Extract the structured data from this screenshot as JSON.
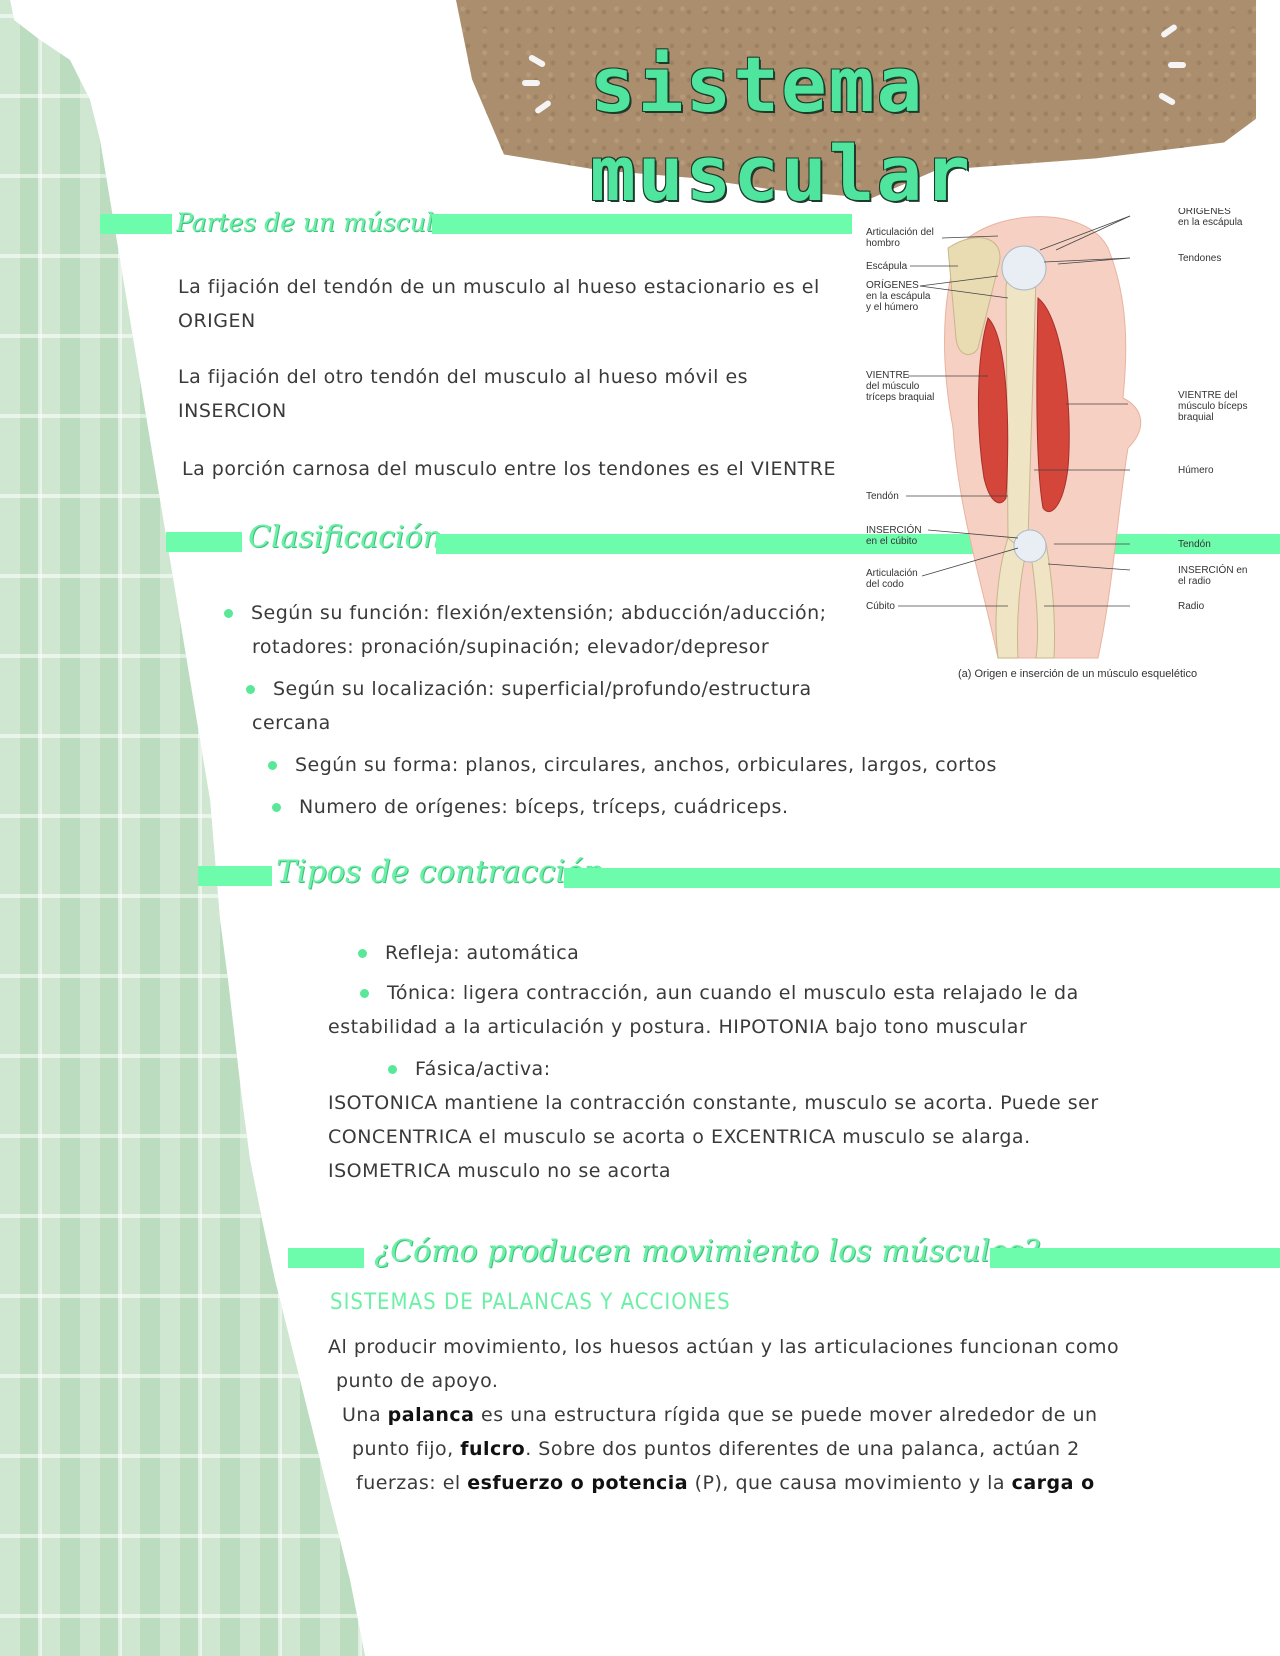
{
  "title": "sistema muscular",
  "sections": {
    "partes": {
      "heading": "Partes de un músculo",
      "p1": "La fijación del tendón de un musculo al hueso estacionario es el",
      "p1b": "ORIGEN",
      "p2": "La fijación del otro tendón del musculo al hueso móvil es",
      "p2b": "INSERCION",
      "p3": "La porción carnosa del musculo entre los tendones es el VIENTRE"
    },
    "clasificacion": {
      "heading": "Clasificación",
      "b1a": "Según su función: flexión/extensión; abducción/aducción;",
      "b1b": "rotadores: pronación/supinación; elevador/depresor",
      "b2a": "Según su localización: superficial/profundo/estructura",
      "b2b": "cercana",
      "b3": "Según su forma: planos, circulares, anchos, orbiculares, largos, cortos",
      "b4": "Numero de orígenes: bíceps, tríceps, cuádriceps."
    },
    "tipos": {
      "heading": "Tipos de contracción",
      "b1": "Refleja: automática",
      "b2a": "Tónica: ligera contracción, aun cuando el musculo esta relajado le da",
      "b2b": "estabilidad a la articulación y postura. HIPOTONIA bajo tono muscular",
      "b3": "Fásica/activa:",
      "l1": "ISOTONICA mantiene la contracción constante, musculo se acorta. Puede ser",
      "l2": "CONCENTRICA el musculo se acorta o EXCENTRICA musculo se alarga.",
      "l3": "ISOMETRICA musculo no se acorta"
    },
    "movimiento": {
      "heading": "¿Cómo producen movimiento los músculos?",
      "subheading": "SISTEMAS DE PALANCAS Y ACCIONES",
      "p1a": "Al producir movimiento, los huesos actúan y las articulaciones funcionan como",
      "p1b": "punto de apoyo.",
      "p2a_pre": "Una ",
      "p2a_bold": "palanca",
      "p2a_post": " es una estructura rígida que se puede mover alrededor de un",
      "p2b_pre": "punto fijo, ",
      "p2b_bold": "fulcro",
      "p2b_post": ". Sobre dos puntos diferentes de una palanca, actúan 2",
      "p2c_pre": "fuerzas: el ",
      "p2c_bold1": "esfuerzo o potencia",
      "p2c_mid": " (P), que causa movimiento y la ",
      "p2c_bold2": "carga o"
    }
  },
  "figure": {
    "labels_left": {
      "articulacion_hombro": [
        "Articulación del",
        "hombro"
      ],
      "escapula": "Escápula",
      "origenes": [
        "ORÍGENES",
        "en la escápula",
        "y el húmero"
      ],
      "vientre_triceps": [
        "VIENTRE",
        "del músculo",
        "tríceps braquial"
      ],
      "tendon": "Tendón",
      "insercion_cubito": [
        "INSERCIÓN",
        "en el cúbito"
      ],
      "articulacion_codo": [
        "Articulación",
        "del codo"
      ],
      "cubito": "Cúbito"
    },
    "labels_right": {
      "origenes": [
        "ORÍGENES",
        "en la escápula"
      ],
      "tendones": "Tendones",
      "vientre_biceps": [
        "VIENTRE del",
        "músculo bíceps",
        "braquial"
      ],
      "humero": "Húmero",
      "tendon": "Tendón",
      "insercion_radio": [
        "INSERCIÓN en",
        "el radio"
      ],
      "radio": "Radio"
    },
    "caption": "(a) Origen e inserción de un músculo esquelético"
  },
  "colors": {
    "accent": "#6dfcac",
    "kraft": "#ab8e6e",
    "plaid": "#c6e2c9"
  }
}
